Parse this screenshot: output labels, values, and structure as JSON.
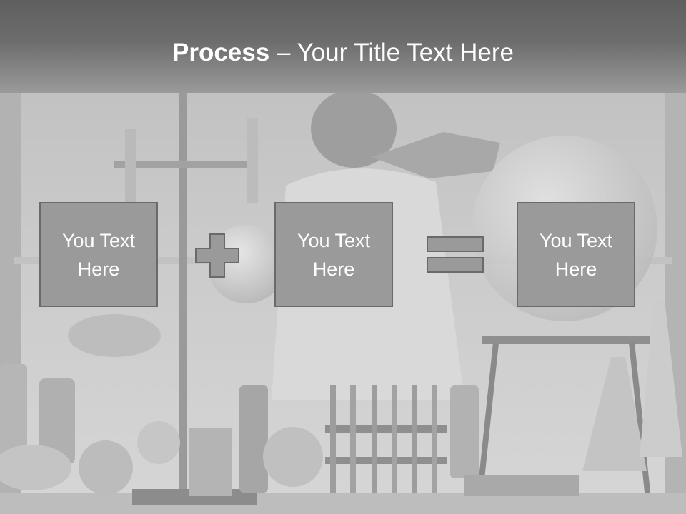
{
  "slide": {
    "title_bold": "Process",
    "title_rest": " – Your Title Text Here"
  },
  "process": {
    "box1": "You Text Here",
    "box2": "You Text Here",
    "box3": "You Text Here",
    "operator1": "plus-icon",
    "operator2": "equals-icon"
  },
  "colors": {
    "box_fill": "#9a9a9a",
    "box_border": "#6a6a6a",
    "title_band": "#6d6d6d",
    "text": "#ffffff"
  }
}
